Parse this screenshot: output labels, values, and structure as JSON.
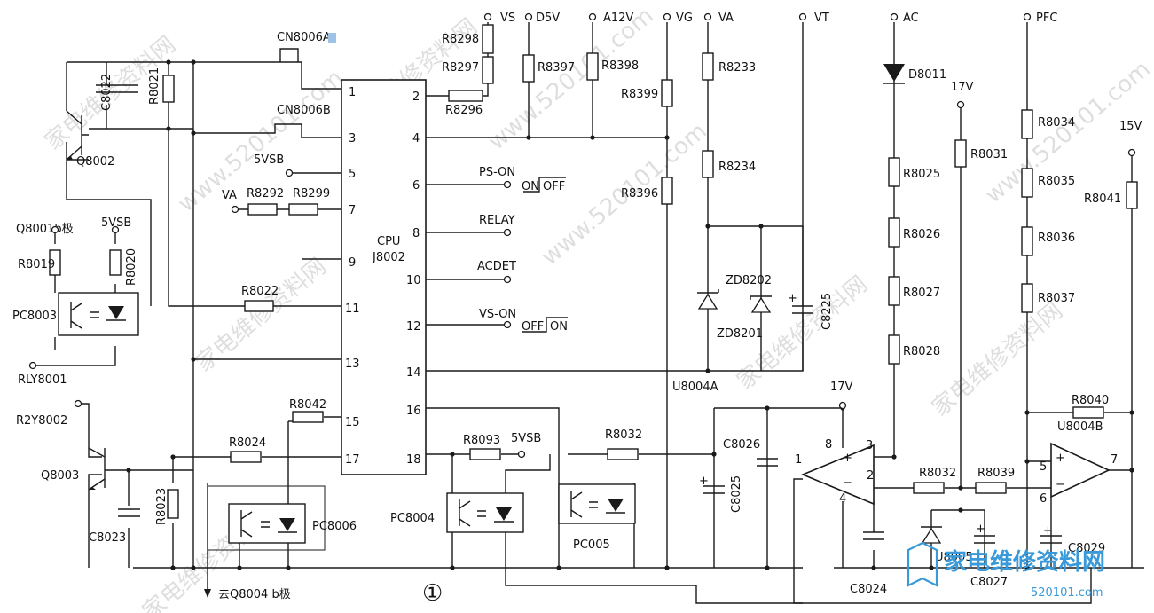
{
  "rails": {
    "vs": "VS",
    "d5v": "D5V",
    "a12v": "A12V",
    "vg": "VG",
    "va": "VA",
    "vt": "VT",
    "ac": "AC",
    "pfc": "PFC",
    "v17_a": "17V",
    "v17_b": "17V",
    "v15": "15V"
  },
  "cpu": {
    "name": "CPU",
    "part": "J8002",
    "left_pins": [
      "1",
      "3",
      "5",
      "7",
      "9",
      "11",
      "13",
      "15",
      "17"
    ],
    "right_pins": [
      "2",
      "4",
      "6",
      "8",
      "10",
      "12",
      "14",
      "16",
      "18"
    ]
  },
  "connectors": {
    "cn_a": "CN8006A",
    "cn_b": "CN8006B"
  },
  "signals": {
    "ps_on": "PS-ON",
    "ps_on_state_on": "ON",
    "ps_on_state_off": "OFF",
    "relay": "RELAY",
    "acdet": "ACDET",
    "vs_on": "VS-ON",
    "vs_on_state_off": "OFF",
    "vs_on_state_on": "ON",
    "vsb_pin5": "5VSB",
    "va_in": "VA",
    "q8001b": "Q8001b极",
    "vsb_left": "5VSB",
    "rly": "RLY8001",
    "r2y": "R2Y8002",
    "vsb_pc8004": "5VSB",
    "to_q8004": "去Q8004 b极"
  },
  "resistors": {
    "r8298": "R8298",
    "r8297": "R8297",
    "r8296": "R8296",
    "r8397": "R8397",
    "r8398": "R8398",
    "r8399": "R8399",
    "r8396": "R8396",
    "r8233": "R8233",
    "r8234": "R8234",
    "r8021": "R8021",
    "r8292": "R8292",
    "r8299": "R8299",
    "r8019": "R8019",
    "r8020": "R8020",
    "r8022": "R8022",
    "r8042": "R8042",
    "r8024": "R8024",
    "r8023": "R8023",
    "r8093": "R8093",
    "r8032a": "R8032",
    "r8025": "R8025",
    "r8026": "R8026",
    "r8027": "R8027",
    "r8028": "R8028",
    "r8031": "R8031",
    "r8034": "R8034",
    "r8035": "R8035",
    "r8036": "R8036",
    "r8037": "R8037",
    "r8041": "R8041",
    "r8040": "R8040",
    "r8032b": "R8032",
    "r8039": "R8039"
  },
  "capacitors": {
    "c8022": "C8022",
    "c8023": "C8023",
    "c8225": "C8225",
    "c8026": "C8026",
    "c8025": "C8025",
    "c8024": "C8024",
    "c8027": "C8027",
    "c8029": "C8029"
  },
  "semis": {
    "q8002": "Q8002",
    "q8003": "Q8003",
    "pc8003": "PC8003",
    "pc8006": "PC8006",
    "pc8004": "PC8004",
    "pc005": "PC005",
    "d8011": "D8011",
    "zd8202": "ZD8202",
    "zd8201": "ZD8201",
    "u8004a": "U8004A",
    "u8004b": "U8004B",
    "u8005": "U8005"
  },
  "opamp_a": {
    "p8": "8",
    "p3": "3",
    "p2": "2",
    "p4": "4",
    "p1": "1",
    "plus": "+",
    "minus": "−"
  },
  "opamp_b": {
    "p5": "5",
    "p6": "6",
    "p7": "7",
    "plus": "+",
    "minus": "−"
  },
  "figure_number": "①",
  "watermarks": [
    "家电维修资料网",
    "www.520101.com"
  ],
  "logo": {
    "site": "家电维修资料网",
    "url": "520101.com"
  }
}
